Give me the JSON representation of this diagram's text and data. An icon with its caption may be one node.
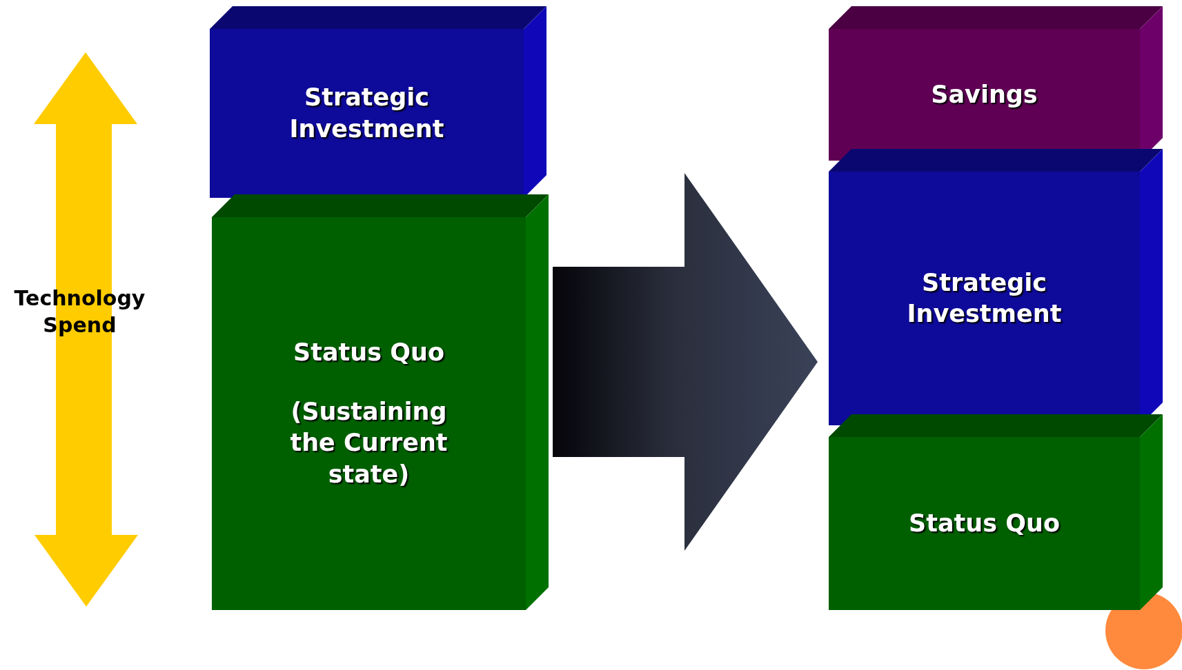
{
  "diagram": {
    "nodes": [
      {
        "text": [
          "Strategic Investment"
        ]
      },
      {
        "text": [
          "Status Quo",
          "(Sustaining the Current state)"
        ]
      },
      {
        "text": [
          "Savings"
        ]
      },
      {
        "text": [
          "Strategic Investment"
        ]
      },
      {
        "text": [
          "Status Quo"
        ]
      }
    ],
    "edges": [
      {
        "from": 1,
        "to": 3,
        "arrow": "to"
      }
    ],
    "labels": [
      "Technology Spend"
    ]
  }
}
